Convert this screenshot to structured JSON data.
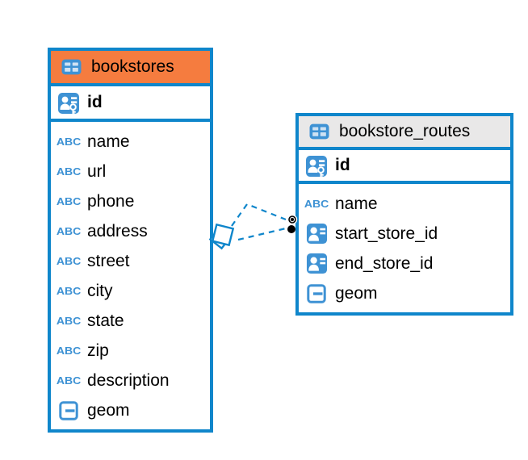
{
  "colors": {
    "accent_blue": "#0f86cb",
    "icon_blue": "#3e92d4",
    "orange_header": "#f57c3f",
    "gray_header": "#e9e8e8",
    "background": "#ffffff",
    "text": "#000000",
    "connector_dot": "#000000"
  },
  "icons": {
    "abc_label": "ABC"
  },
  "tables": [
    {
      "title": "bookstores",
      "header_color": "#f57c3f",
      "primary_key": {
        "name": "id",
        "icon": "primary-key-icon"
      },
      "columns": [
        {
          "name": "name",
          "icon": "text-type-icon"
        },
        {
          "name": "url",
          "icon": "text-type-icon"
        },
        {
          "name": "phone",
          "icon": "text-type-icon"
        },
        {
          "name": "address",
          "icon": "text-type-icon"
        },
        {
          "name": "street",
          "icon": "text-type-icon"
        },
        {
          "name": "city",
          "icon": "text-type-icon"
        },
        {
          "name": "state",
          "icon": "text-type-icon"
        },
        {
          "name": "zip",
          "icon": "text-type-icon"
        },
        {
          "name": "description",
          "icon": "text-type-icon"
        },
        {
          "name": "geom",
          "icon": "geometry-type-icon"
        }
      ]
    },
    {
      "title": "bookstore_routes",
      "header_color": "#e9e8e8",
      "primary_key": {
        "name": "id",
        "icon": "primary-key-icon"
      },
      "columns": [
        {
          "name": "name",
          "icon": "text-type-icon"
        },
        {
          "name": "start_store_id",
          "icon": "reference-type-icon"
        },
        {
          "name": "end_store_id",
          "icon": "reference-type-icon"
        },
        {
          "name": "geom",
          "icon": "geometry-type-icon"
        }
      ]
    }
  ],
  "relationship": {
    "from_table": "bookstores",
    "to_table": "bookstore_routes",
    "line_style": "dashed",
    "line_count": 2
  }
}
